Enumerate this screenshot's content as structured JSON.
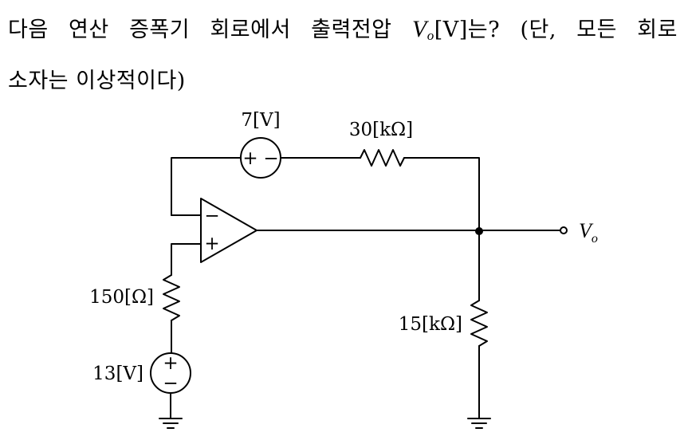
{
  "question": {
    "line1_a": "다음 연산 증폭기 회로에서 출력전압",
    "var_main": "V",
    "var_sub": "o",
    "line1_b": "[V]는? (단, 모든 회로",
    "line2": "소자는 이상적이다)"
  },
  "circuit": {
    "source_top_label": "7[V]",
    "source_top_plus": "+",
    "source_top_minus": "−",
    "resistor_feedback_label": "30[kΩ]",
    "resistor_input_label": "150[Ω]",
    "resistor_load_label": "15[kΩ]",
    "source_bottom_label": "13[V]",
    "source_bottom_plus": "+",
    "source_bottom_minus": "−",
    "opamp_minus": "−",
    "opamp_plus": "+",
    "output_var_main": "V",
    "output_var_sub": "o"
  }
}
